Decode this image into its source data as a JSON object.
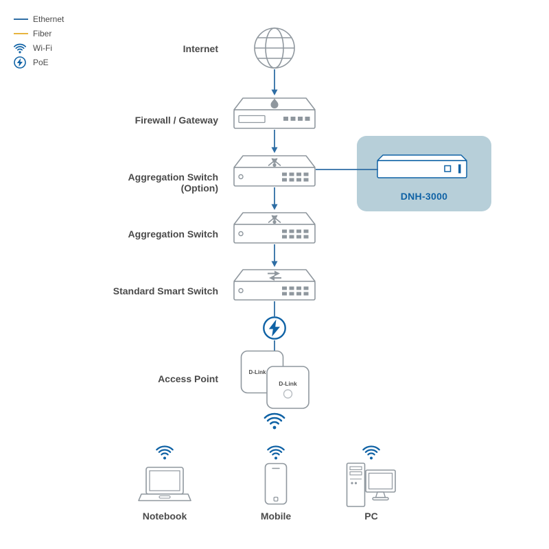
{
  "legend": {
    "ethernet": "Ethernet",
    "fiber": "Fiber",
    "wifi": "Wi-Fi",
    "poe": "PoE"
  },
  "nodes": {
    "internet": "Internet",
    "firewall": "Firewall / Gateway",
    "aggregation_option": "Aggregation Switch",
    "aggregation_option_note": "(Option)",
    "aggregation": "Aggregation Switch",
    "smart_switch": "Standard Smart Switch",
    "access_point": "Access Point",
    "notebook": "Notebook",
    "mobile": "Mobile",
    "pc": "PC"
  },
  "devices": {
    "ap_brand": "D-Link"
  },
  "callout": {
    "model": "DNH-3000"
  },
  "connections": [
    "Internet -> Firewall / Gateway",
    "Firewall / Gateway -> Aggregation Switch (Option)",
    "Aggregation Switch (Option) -> DNH-3000",
    "Aggregation Switch (Option) -> Aggregation Switch",
    "Aggregation Switch -> Standard Smart Switch",
    "Standard Smart Switch -> PoE -> Access Point",
    "Access Point -> Wi-Fi -> Notebook / Mobile / PC"
  ],
  "colors": {
    "ethernet_line": "#2e6da4",
    "fiber_line": "#e7b43e",
    "accent_blue": "#0f62a5",
    "device_outline": "#8f979e",
    "label_text": "#4a4a4a",
    "callout_background": "#b7cfd9"
  }
}
